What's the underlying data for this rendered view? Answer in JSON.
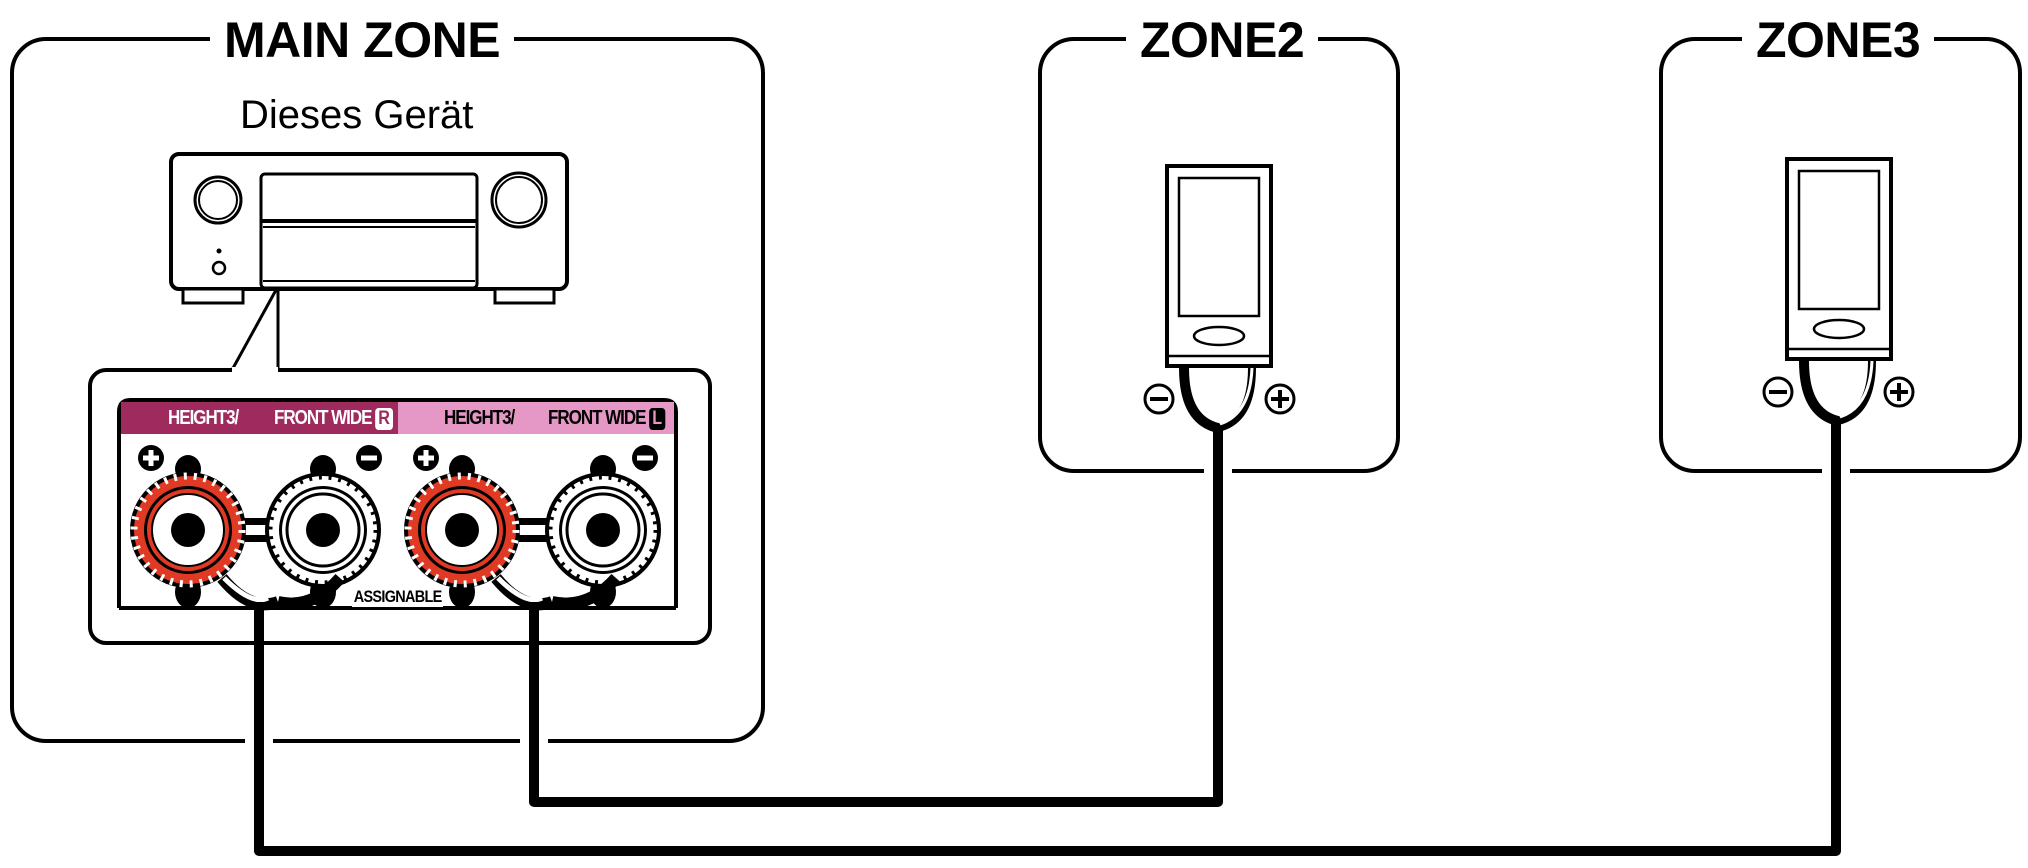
{
  "diagram": {
    "type": "speaker-wiring",
    "zones": [
      {
        "id": "main",
        "title": "MAIN ZONE",
        "device_label": "Dieses Gerät"
      },
      {
        "id": "zone2",
        "title": "ZONE2"
      },
      {
        "id": "zone3",
        "title": "ZONE3"
      }
    ],
    "terminal_panel": {
      "right_channel": {
        "label": "HEIGHT3/",
        "label2": "FRONT WIDE",
        "badge": "R",
        "band_color": "#9e2a5e"
      },
      "left_channel": {
        "label": "HEIGHT3/",
        "label2": "FRONT WIDE",
        "badge": "L",
        "band_color": "#e597c6"
      },
      "footer_label": "ASSIGNABLE",
      "terminal_colors": {
        "positive": "#e03a24",
        "negative": "#ffffff"
      },
      "polarity_symbols": [
        "+",
        "−",
        "+",
        "−"
      ]
    },
    "speakers": [
      {
        "zone": "ZONE2",
        "polarity_left": "−",
        "polarity_right": "+"
      },
      {
        "zone": "ZONE3",
        "polarity_left": "−",
        "polarity_right": "+"
      }
    ],
    "connections": [
      {
        "from": "HEIGHT3/FRONT WIDE R",
        "to": "ZONE3 speaker"
      },
      {
        "from": "HEIGHT3/FRONT WIDE L",
        "to": "ZONE2 speaker"
      }
    ]
  }
}
